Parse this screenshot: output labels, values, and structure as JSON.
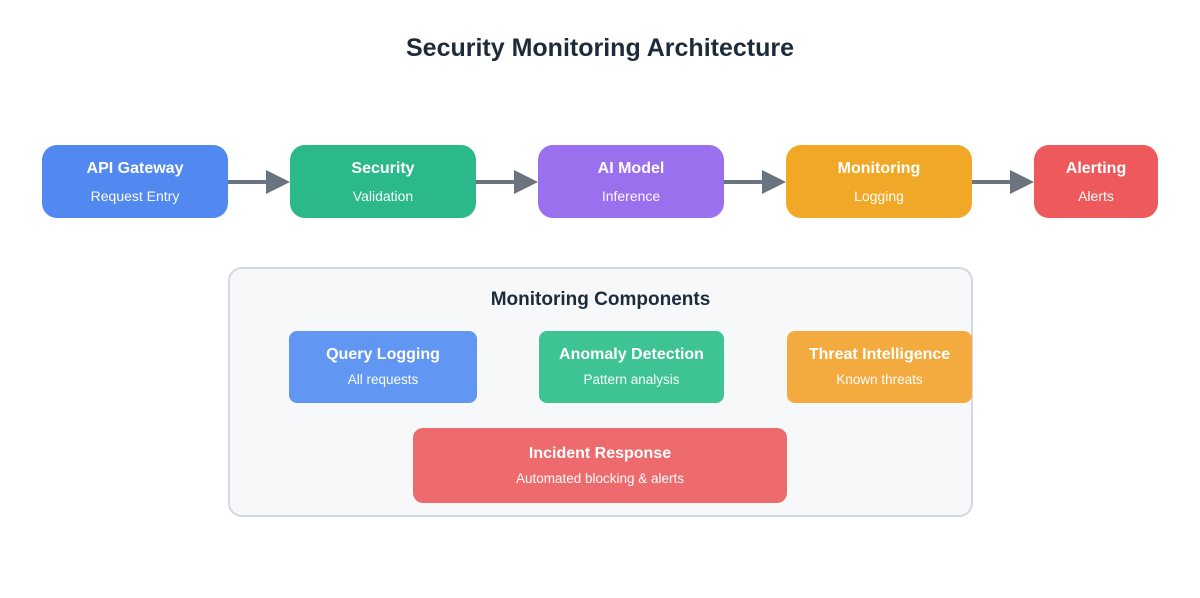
{
  "title": "Security Monitoring Architecture",
  "arrow_color": "#6b7280",
  "flow": {
    "nodes": [
      {
        "label": "API Gateway",
        "sublabel": "Request Entry",
        "color": "#5189f0"
      },
      {
        "label": "Security",
        "sublabel": "Validation",
        "color": "#2bb98a"
      },
      {
        "label": "AI Model",
        "sublabel": "Inference",
        "color": "#9a70ef"
      },
      {
        "label": "Monitoring",
        "sublabel": "Logging",
        "color": "#f2a827"
      },
      {
        "label": "Alerting",
        "sublabel": "Alerts",
        "color": "#ee5a5c"
      }
    ]
  },
  "components_panel": {
    "title": "Monitoring Components",
    "items": [
      {
        "label": "Query Logging",
        "sublabel": "All requests",
        "color": "#6197f2"
      },
      {
        "label": "Anomaly Detection",
        "sublabel": "Pattern analysis",
        "color": "#3ec492"
      },
      {
        "label": "Threat Intelligence",
        "sublabel": "Known threats",
        "color": "#f3aa3f"
      },
      {
        "label": "Incident Response",
        "sublabel": "Automated blocking & alerts",
        "color": "#ed6b6d"
      }
    ]
  }
}
